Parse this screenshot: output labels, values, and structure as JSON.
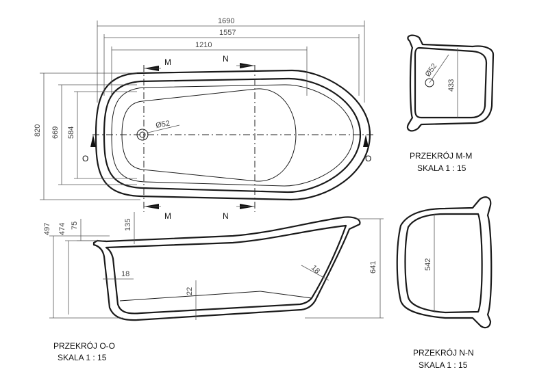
{
  "top_view": {
    "dim_overall_length": "1690",
    "dim_inner_length": "1557",
    "dim_bottom_length": "1210",
    "dim_overall_width": "820",
    "dim_width_669": "669",
    "dim_width_584": "584",
    "drain_diameter": "Ø52",
    "cut_m": "M",
    "cut_n": "N",
    "cut_o": "O"
  },
  "section_oo": {
    "dim_497": "497",
    "dim_474": "474",
    "dim_75": "75",
    "dim_135": "135",
    "dim_18_left": "18",
    "dim_22": "22",
    "dim_18_right": "18",
    "dim_641": "641",
    "title": "PRZEKRÓJ O-O",
    "scale": "SKALA 1 : 15"
  },
  "section_mm": {
    "dim_drain": "Ø52",
    "dim_433": "433",
    "title": "PRZEKRÓJ M-M",
    "scale": "SKALA 1 : 15"
  },
  "section_nn": {
    "dim_542": "542",
    "title": "PRZEKRÓJ N-N",
    "scale": "SKALA 1 : 15"
  }
}
